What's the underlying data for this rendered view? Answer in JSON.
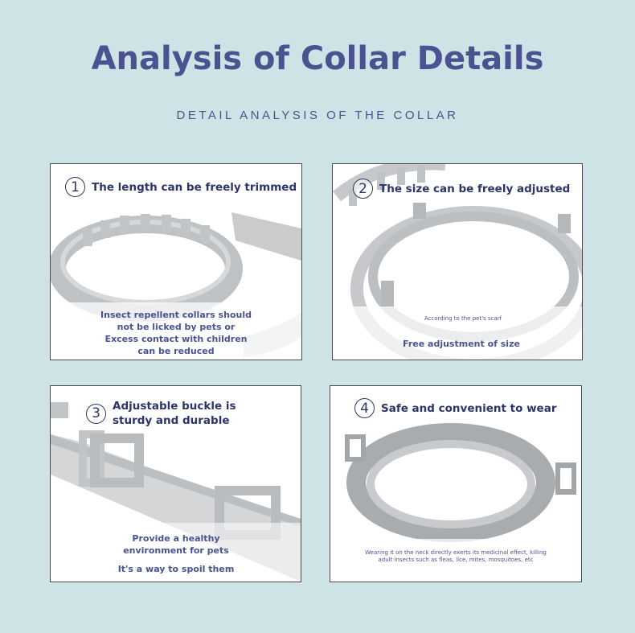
{
  "page": {
    "title": "Analysis of Collar Details",
    "subtitle": "DETAIL ANALYSIS OF THE COLLAR",
    "background_color": "#cde3e5",
    "accent_color": "#4a5290"
  },
  "panels": [
    {
      "number": "1",
      "heading": "The length can be freely trimmed",
      "captions": [
        "Insect repellent collars should",
        "not be licked by pets or",
        "Excess contact with children",
        "can be reduced"
      ]
    },
    {
      "number": "2",
      "heading": "The size can be freely adjusted",
      "small_caption": "According to the pet's scarf",
      "caption": "Free adjustment of size"
    },
    {
      "number": "3",
      "heading_lines": [
        "Adjustable buckle is",
        "sturdy and durable"
      ],
      "captions": [
        "Provide a healthy",
        "environment for pets"
      ],
      "caption2": "It's a way to spoil them"
    },
    {
      "number": "4",
      "heading": "Safe and convenient to wear",
      "small_captions": [
        "Wearing it on the neck directly exerts its medicinal effect, killing",
        "adult insects such as fleas, lice, mites, mosquitoes, etc"
      ]
    }
  ]
}
